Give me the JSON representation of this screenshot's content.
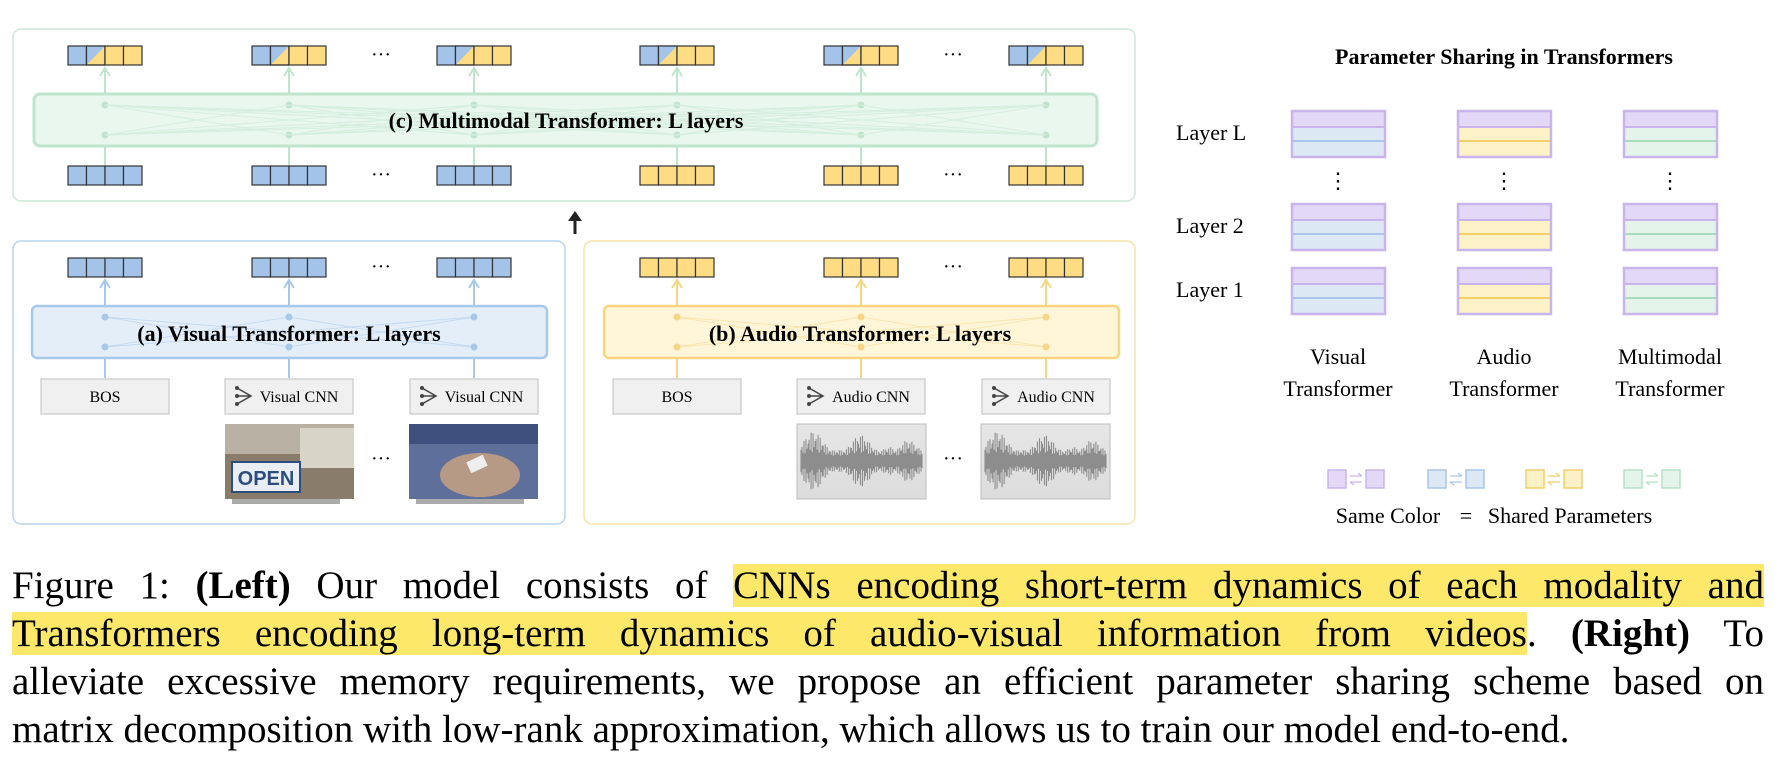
{
  "figure": {
    "multimodal_title": "(c) Multimodal Transformer: L layers",
    "visual_title": "(a) Visual Transformer: L layers",
    "audio_title": "(b) Audio Transformer: L layers",
    "bos_label": "BOS",
    "visual_cnn_label": "Visual CNN",
    "audio_cnn_label": "Audio CNN",
    "ellipsis": "···",
    "colors": {
      "visual_blue": "#a4c3e8",
      "audio_yellow": "#fddc84",
      "multimodal_green": "#d8f1e2",
      "purple": "#ddd0f3",
      "panel_border_green": "#cce8d9",
      "panel_border_blue": "#b9d4ee",
      "panel_border_yellow": "#f7e4a8"
    }
  },
  "sharing": {
    "title": "Parameter Sharing in Transformers",
    "layers": [
      "Layer L",
      "Layer 2",
      "Layer 1"
    ],
    "vdots": "⋮",
    "columns": [
      {
        "line1": "Visual",
        "line2": "Transformer"
      },
      {
        "line1": "Audio",
        "line2": "Transformer"
      },
      {
        "line1": "Multimodal",
        "line2": "Transformer"
      }
    ],
    "legend_left": "Same Color",
    "legend_eq": "=",
    "legend_right": "Shared Parameters"
  },
  "caption": {
    "fig_label": "Figure 1:",
    "left_tag": "(Left)",
    "seg1": "Our model consists of",
    "hl1": "CNNs encoding short-term dynamics of each modality and",
    "hl2": "Transformers encoding long-term dynamics of audio-visual information from videos",
    "seg2": ".",
    "right_tag": "(Right)",
    "seg3": "To",
    "line3": "alleviate excessive memory requirements, we propose an efficient parameter sharing scheme based on",
    "line4": "matrix decomposition with low-rank approximation, which allows us to train our model end-to-end."
  }
}
